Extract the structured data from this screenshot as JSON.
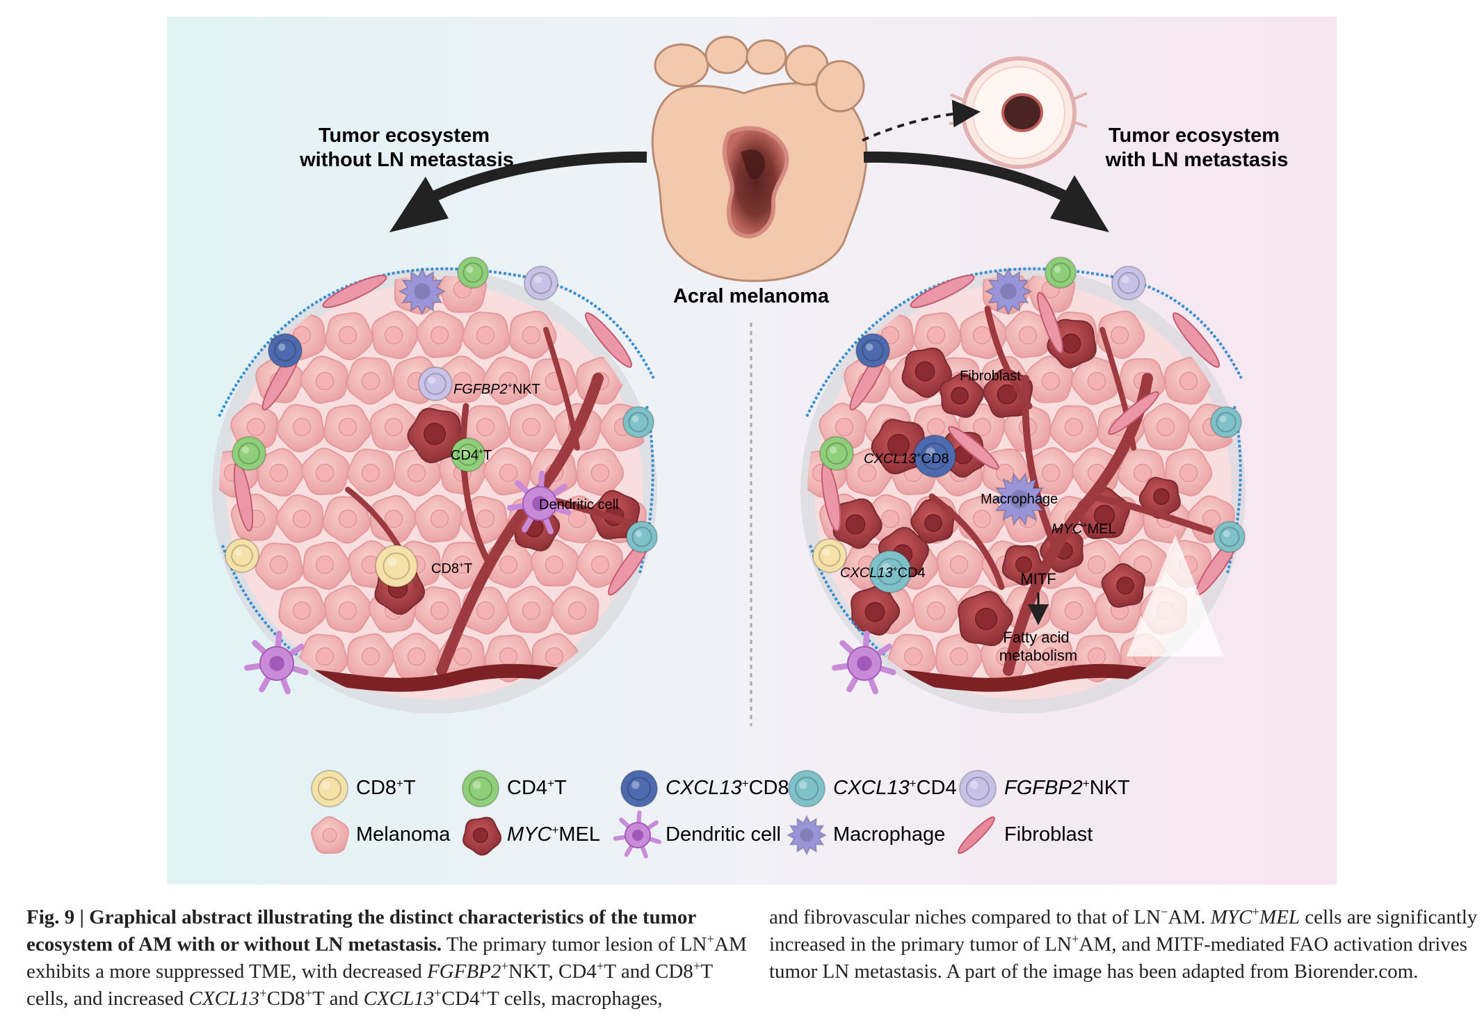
{
  "figure": {
    "title_left": [
      "Tumor ecosystem",
      "without LN metastasis"
    ],
    "title_right": [
      "Tumor ecosystem",
      "with LN metastasis"
    ],
    "center_label": "Acral melanoma",
    "left_labels": {
      "nkt": {
        "italic": "FGFBP2",
        "sup": "+",
        "rest": "NKT"
      },
      "cd4t": {
        "main": "CD4",
        "sup": "+",
        "rest": "T"
      },
      "cd8t": {
        "main": "CD8",
        "sup": "+",
        "rest": "T"
      },
      "dendritic": "Dendritic cell"
    },
    "right_labels": {
      "fibroblast": "Fibroblast",
      "cxcl13_cd8": {
        "italic": "CXCL13",
        "sup": "+",
        "rest": "CD8"
      },
      "cxcl13_cd4": {
        "italic": "CXCL13",
        "sup": "+",
        "rest": "CD4"
      },
      "macrophage": "Macrophage",
      "myc_mel": {
        "italic": "MYC",
        "sup": "+",
        "rest": "MEL"
      },
      "mitf": "MITF",
      "fatty_acid": [
        "Fatty acid",
        "metabolism"
      ]
    },
    "legend": [
      {
        "icon": "cd8t-cell-icon",
        "main": "CD8",
        "sup": "+",
        "rest": "T",
        "italic": false
      },
      {
        "icon": "cd4t-cell-icon",
        "main": "CD4",
        "sup": "+",
        "rest": "T",
        "italic": false
      },
      {
        "icon": "cxcl13-cd8-cell-icon",
        "main": "CXCL13",
        "sup": "+",
        "rest": "CD8",
        "italic": true
      },
      {
        "icon": "cxcl13-cd4-cell-icon",
        "main": "CXCL13",
        "sup": "+",
        "rest": "CD4",
        "italic": true
      },
      {
        "icon": "fgfbp2-nkt-cell-icon",
        "main": "FGFBP2",
        "sup": "+",
        "rest": "NKT",
        "italic": true
      },
      {
        "icon": "melanoma-cell-icon",
        "main": "Melanoma",
        "sup": "",
        "rest": "",
        "italic": false
      },
      {
        "icon": "myc-mel-cell-icon",
        "main": "MYC",
        "sup": "+",
        "rest": "MEL",
        "italic": true
      },
      {
        "icon": "dendritic-cell-icon",
        "main": "Dendritic cell",
        "sup": "",
        "rest": "",
        "italic": false
      },
      {
        "icon": "macrophage-icon",
        "main": "Macrophage",
        "sup": "",
        "rest": "",
        "italic": false
      },
      {
        "icon": "fibroblast-icon",
        "main": "Fibroblast",
        "sup": "",
        "rest": "",
        "italic": false
      }
    ],
    "colors": {
      "bg_left": "#e3f2f5",
      "bg_right": "#f6e7f0",
      "melanoma": "#f2b7b7",
      "myc_mel": "#b44a4e",
      "cd8t": "#f6e2a8",
      "cd4t": "#8fcf79",
      "cxcl13_cd8": "#4d6aae",
      "cxcl13_cd4": "#7fc1c9",
      "nkt": "#c9c2e8",
      "dendritic": "#c98bd8",
      "macrophage": "#9a94d8",
      "fibroblast": "#e98a9c",
      "vessel": "#8b2a2f"
    }
  },
  "caption": {
    "label": "Fig. 9 | ",
    "title": "Graphical abstract illustrating the distinct characteristics of the tumor ecosystem of AM with or without LN metastasis.",
    "t1": " The primary tumor lesion of LN",
    "t1_sup": "+",
    "t2": "AM exhibits a more suppressed TME, with decreased ",
    "t2_i": "FGFBP2",
    "t2_sup": "+",
    "t3": "NKT, CD4",
    "t3_sup": "+",
    "t4": "T and CD8",
    "t4_sup": "+",
    "t5": "T cells, and increased ",
    "t5_i": "CXCL13",
    "t5_sup": "+",
    "t6": "CD8",
    "t6_sup": "+",
    "t7": "T and ",
    "t7_i": "CXCL13",
    "t7_sup": "+",
    "t8": "CD4",
    "t8_sup": "+",
    "t9": "T cells, macrophages,",
    "r1": "and fibrovascular niches compared to that of LN",
    "r1_sup": "−",
    "r2": "AM. ",
    "r2_i": "MYC",
    "r2_sup": "+",
    "r2_i2": "MEL",
    "r3": " cells are significantly increased in the primary tumor of LN",
    "r3_sup": "+",
    "r4": "AM, and MITF-mediated FAO activation drives tumor LN metastasis. A part of the image has been adapted from Biorender.com."
  }
}
